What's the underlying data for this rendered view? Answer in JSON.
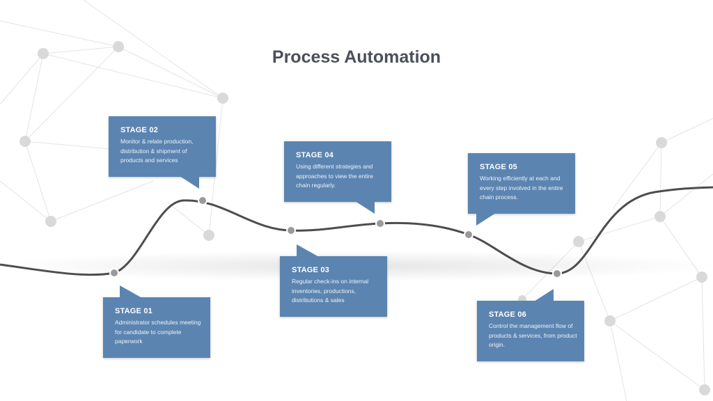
{
  "title": "Process Automation",
  "colors": {
    "box": "#5b84b1",
    "curve": "#4d4d4d",
    "node": "#9a9a9a",
    "network": "#dcdcdc"
  },
  "stages": [
    {
      "id": "01",
      "label": "STAGE 01",
      "desc": "Administrator schedules meeting for candidate to complete paperwork"
    },
    {
      "id": "02",
      "label": "STAGE 02",
      "desc": "Monitor & relate production, distribution & shipment of products and services"
    },
    {
      "id": "03",
      "label": "STAGE 03",
      "desc": "Regular check-ins on internal inventories, productions, distributions & sales"
    },
    {
      "id": "04",
      "label": "STAGE 04",
      "desc": "Using different strategies and approaches to view the entire chain regularly."
    },
    {
      "id": "05",
      "label": "STAGE 05",
      "desc": "Working efficiently at each and every step involved in the entire chain process."
    },
    {
      "id": "06",
      "label": "STAGE 06",
      "desc": "Control the management flow of products & services, from product origin."
    }
  ]
}
